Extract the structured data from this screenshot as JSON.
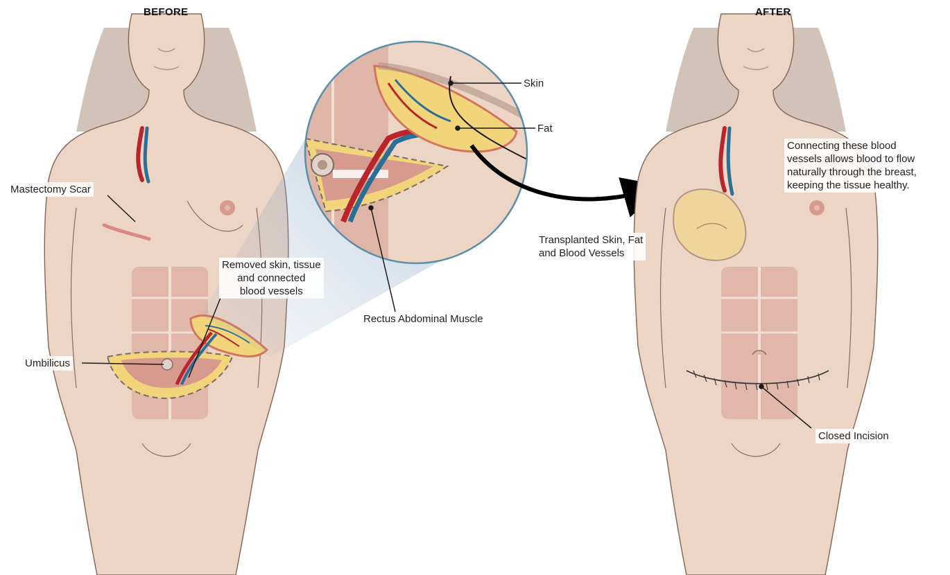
{
  "headings": {
    "before": "BEFORE",
    "after": "AFTER"
  },
  "labels": {
    "mastectomy_scar": "Mastectomy Scar",
    "removed": [
      "Removed skin, tissue",
      "and connected",
      "blood vessels"
    ],
    "umbilicus": "Umbilicus",
    "skin": "Skin",
    "fat": "Fat",
    "rectus": "Rectus Abdominal Muscle",
    "transplanted": [
      "Transplanted Skin, Fat",
      "and Blood Vessels"
    ],
    "connecting": [
      "Connecting these blood",
      "vessels allows blood to flow",
      "naturally through the breast,",
      "keeping the tissue healthy."
    ],
    "closed_incision": "Closed Incision"
  },
  "colors": {
    "skin": "#ecd5c5",
    "skin_outline": "#3a2a24",
    "hair": "#c9b8ab",
    "muscle": "#d69a8f",
    "fat": "#f2d47a",
    "artery": "#b8262b",
    "vein": "#2b6f96",
    "zoom_ring": "#5a8eaa",
    "zoom_beam": "#8aa7c3"
  }
}
